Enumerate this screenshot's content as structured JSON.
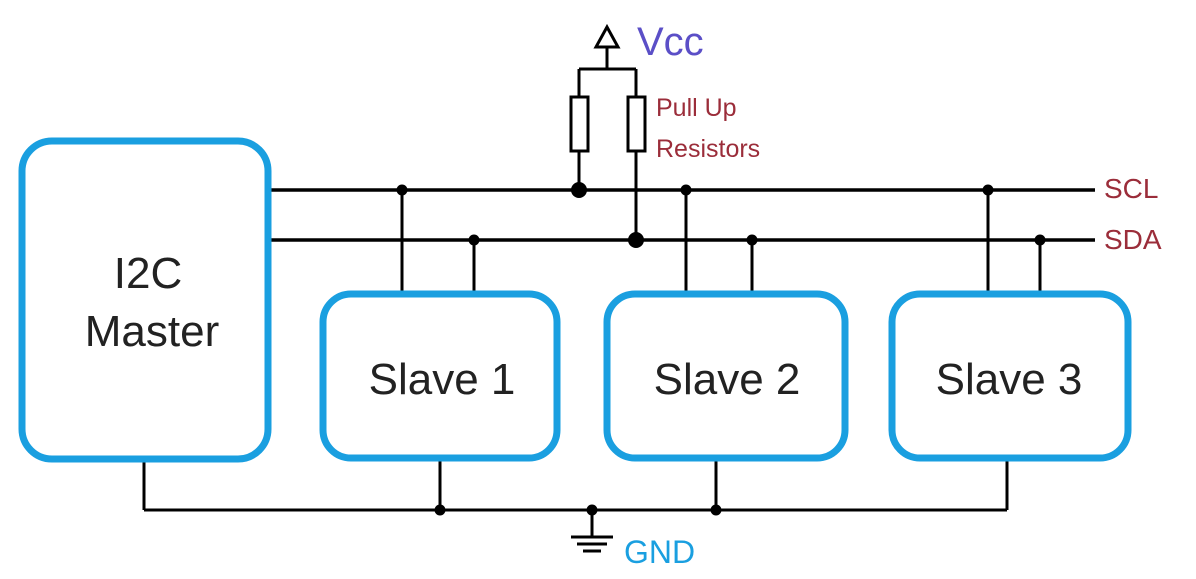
{
  "labels": {
    "vcc": "Vcc",
    "gnd": "GND",
    "scl": "SCL",
    "sda": "SDA",
    "pullup_line1": "Pull Up",
    "pullup_line2": "Resistors"
  },
  "master": {
    "line1": "I2C",
    "line2": "Master"
  },
  "slaves": [
    {
      "label": "Slave 1"
    },
    {
      "label": "Slave 2"
    },
    {
      "label": "Slave 3"
    }
  ],
  "colors": {
    "box_border": "#1a9fe0",
    "vcc": "#5b4fc7",
    "gnd": "#1a9fe0",
    "signal": "#9b2d3a",
    "wire": "#000000"
  }
}
